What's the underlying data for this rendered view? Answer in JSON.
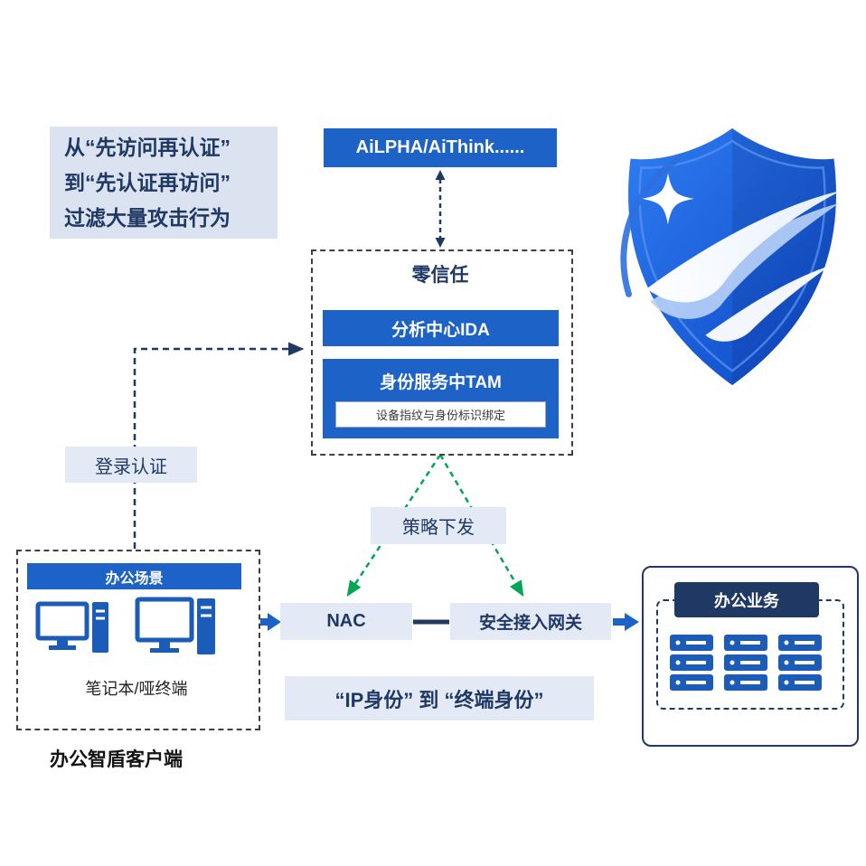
{
  "colors": {
    "primary_blue": "#1d62c6",
    "dark_navy": "#1f3864",
    "light_box_bg": "#e4eaf5",
    "callout_bg": "#dbe3f1",
    "green_arrow": "#00a651",
    "icon_blue": "#1b5cb8"
  },
  "callout": {
    "lines": [
      "从“先访问再认证”",
      "到“先认证再访问”",
      "过滤大量攻击行为"
    ]
  },
  "ailpha": {
    "label": "AiLPHA/AiThink......"
  },
  "zero_trust": {
    "title": "零信任",
    "analysis_center": "分析中心IDA",
    "identity_service": "身份服务中TAM",
    "binding": "设备指纹与身份标识绑定"
  },
  "login_auth": {
    "label": "登录认证"
  },
  "policy_dispatch": {
    "label": "策略下发"
  },
  "office_scene": {
    "header": "办公场景",
    "terminal_label": "笔记本/哑终端",
    "client_label": "办公智盾客户端"
  },
  "nac": {
    "label": "NAC"
  },
  "gateway": {
    "label": "安全接入网关"
  },
  "ip_identity": {
    "label": "“IP身份” 到 “终端身份”"
  },
  "office_business": {
    "header": "办公业务"
  }
}
